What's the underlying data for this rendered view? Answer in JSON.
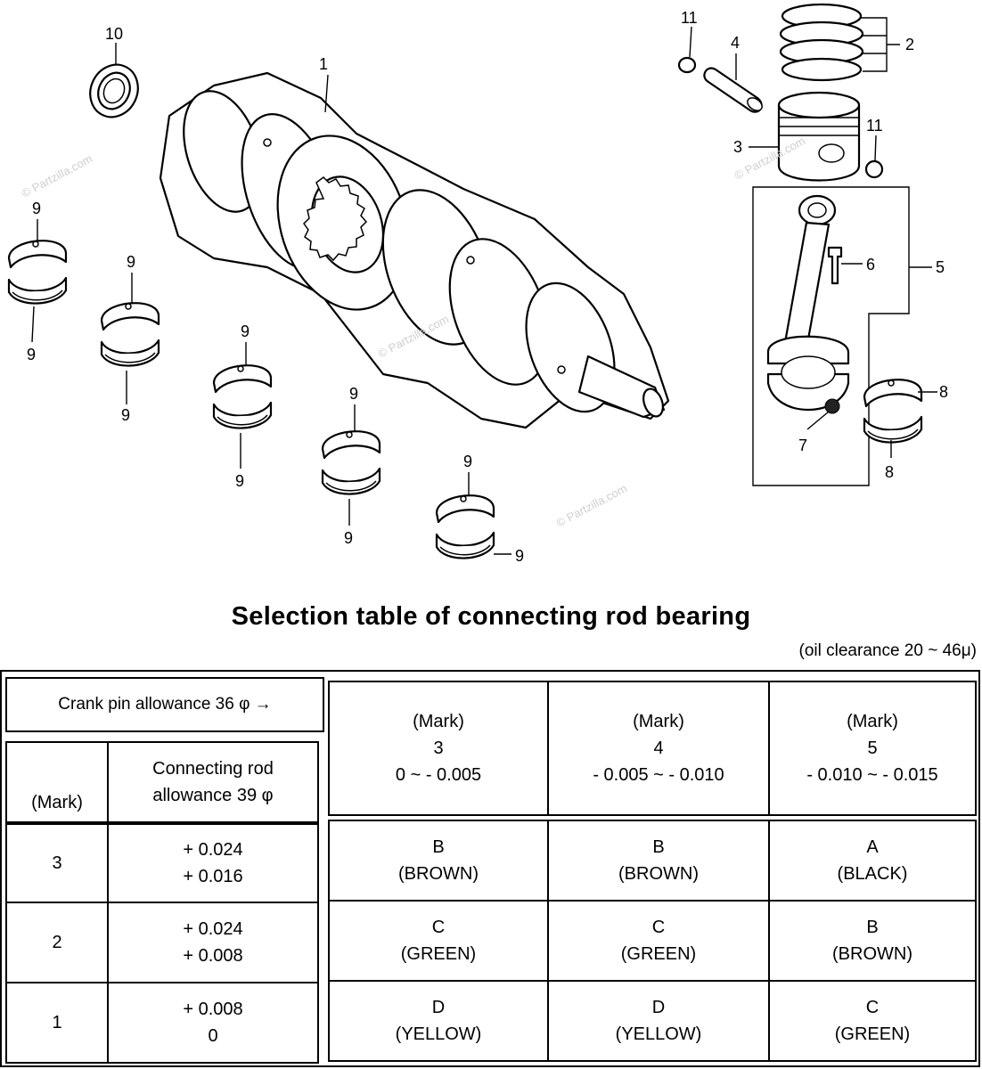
{
  "callouts": {
    "c1": "1",
    "c2": "2",
    "c3": "3",
    "c4": "4",
    "c5": "5",
    "c6": "6",
    "c7": "7",
    "c8": "8",
    "c9": "9",
    "c10": "10",
    "c11": "11"
  },
  "watermark": "© Partzilla.com",
  "table": {
    "title": "Selection table of connecting rod bearing",
    "subtitle": "(oil clearance 20 ~ 46μ)",
    "crank_pin_header": "Crank pin allowance 36 φ →",
    "mark_header": "(Mark)",
    "conrod_header_line1": "Connecting rod",
    "conrod_header_line2": "allowance 39 φ",
    "columns": [
      {
        "mark_label": "(Mark)",
        "mark": "3",
        "range": "0 ~ - 0.005"
      },
      {
        "mark_label": "(Mark)",
        "mark": "4",
        "range": "- 0.005 ~ - 0.010"
      },
      {
        "mark_label": "(Mark)",
        "mark": "5",
        "range": "- 0.010 ~ - 0.015"
      }
    ],
    "rows": [
      {
        "mark": "3",
        "allow_hi": "+ 0.024",
        "allow_lo": "+ 0.016",
        "cells": [
          {
            "code": "B",
            "color": "(BROWN)"
          },
          {
            "code": "B",
            "color": "(BROWN)"
          },
          {
            "code": "A",
            "color": "(BLACK)"
          }
        ]
      },
      {
        "mark": "2",
        "allow_hi": "+ 0.024",
        "allow_lo": "+ 0.008",
        "cells": [
          {
            "code": "C",
            "color": "(GREEN)"
          },
          {
            "code": "C",
            "color": "(GREEN)"
          },
          {
            "code": "B",
            "color": "(BROWN)"
          }
        ]
      },
      {
        "mark": "1",
        "allow_hi": "+ 0.008",
        "allow_lo": "0",
        "cells": [
          {
            "code": "D",
            "color": "(YELLOW)"
          },
          {
            "code": "D",
            "color": "(YELLOW)"
          },
          {
            "code": "C",
            "color": "(GREEN)"
          }
        ]
      }
    ]
  }
}
